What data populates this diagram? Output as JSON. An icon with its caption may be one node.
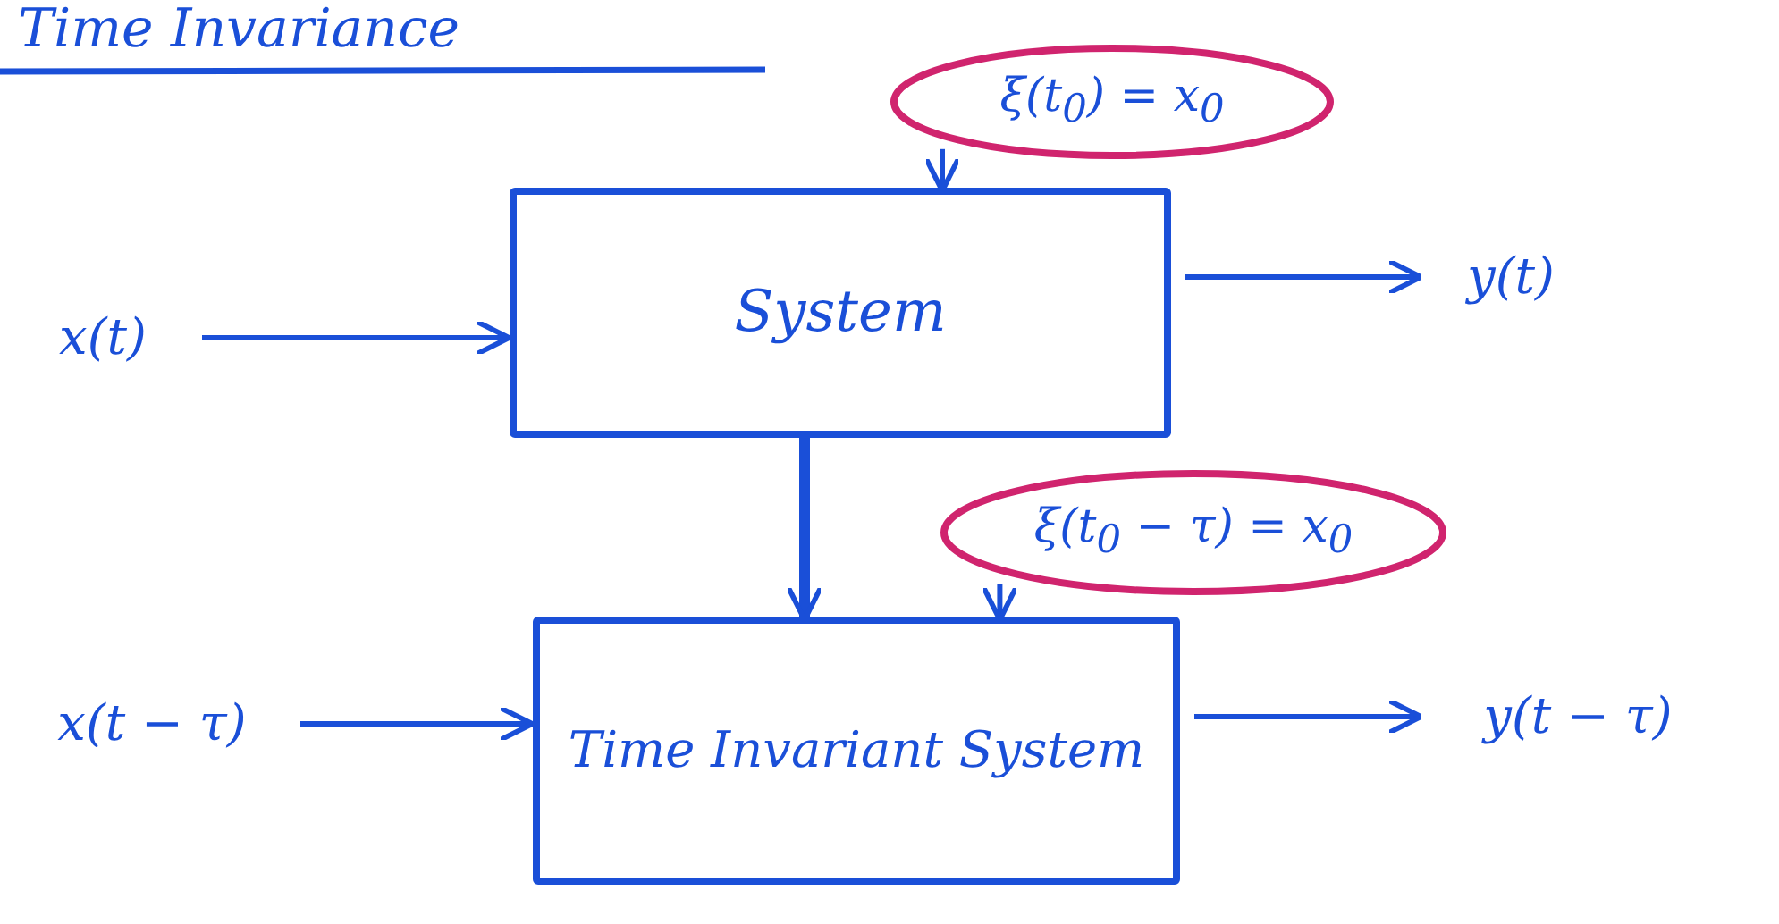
{
  "diagram": {
    "title": "Time Invariance",
    "nodes": [
      {
        "text": [
          "ξ(t$_{0}$) = x$_{0}$"
        ]
      },
      {
        "text": [
          "System"
        ]
      },
      {
        "text": [
          "x(t)"
        ]
      },
      {
        "text": [
          "y(t)"
        ]
      },
      {
        "text": [
          "ξ(t$_{0}$ − τ) = x$_{0}$"
        ]
      },
      {
        "text": [
          "Time Invariant System"
        ]
      },
      {
        "text": [
          "x(t − τ)"
        ]
      },
      {
        "text": [
          "y(t − τ)"
        ]
      }
    ],
    "edges": [
      {
        "from": 0,
        "to": 1,
        "arrow": "to"
      },
      {
        "from": 2,
        "to": 1,
        "arrow": "to"
      },
      {
        "from": 1,
        "to": 3,
        "arrow": "to"
      },
      {
        "from": 1,
        "to": 5,
        "arrow": "to",
        "style": "thick"
      },
      {
        "from": 4,
        "to": 5,
        "arrow": "to"
      },
      {
        "from": 6,
        "to": 5,
        "arrow": "to"
      },
      {
        "from": 5,
        "to": 7,
        "arrow": "to"
      }
    ]
  }
}
